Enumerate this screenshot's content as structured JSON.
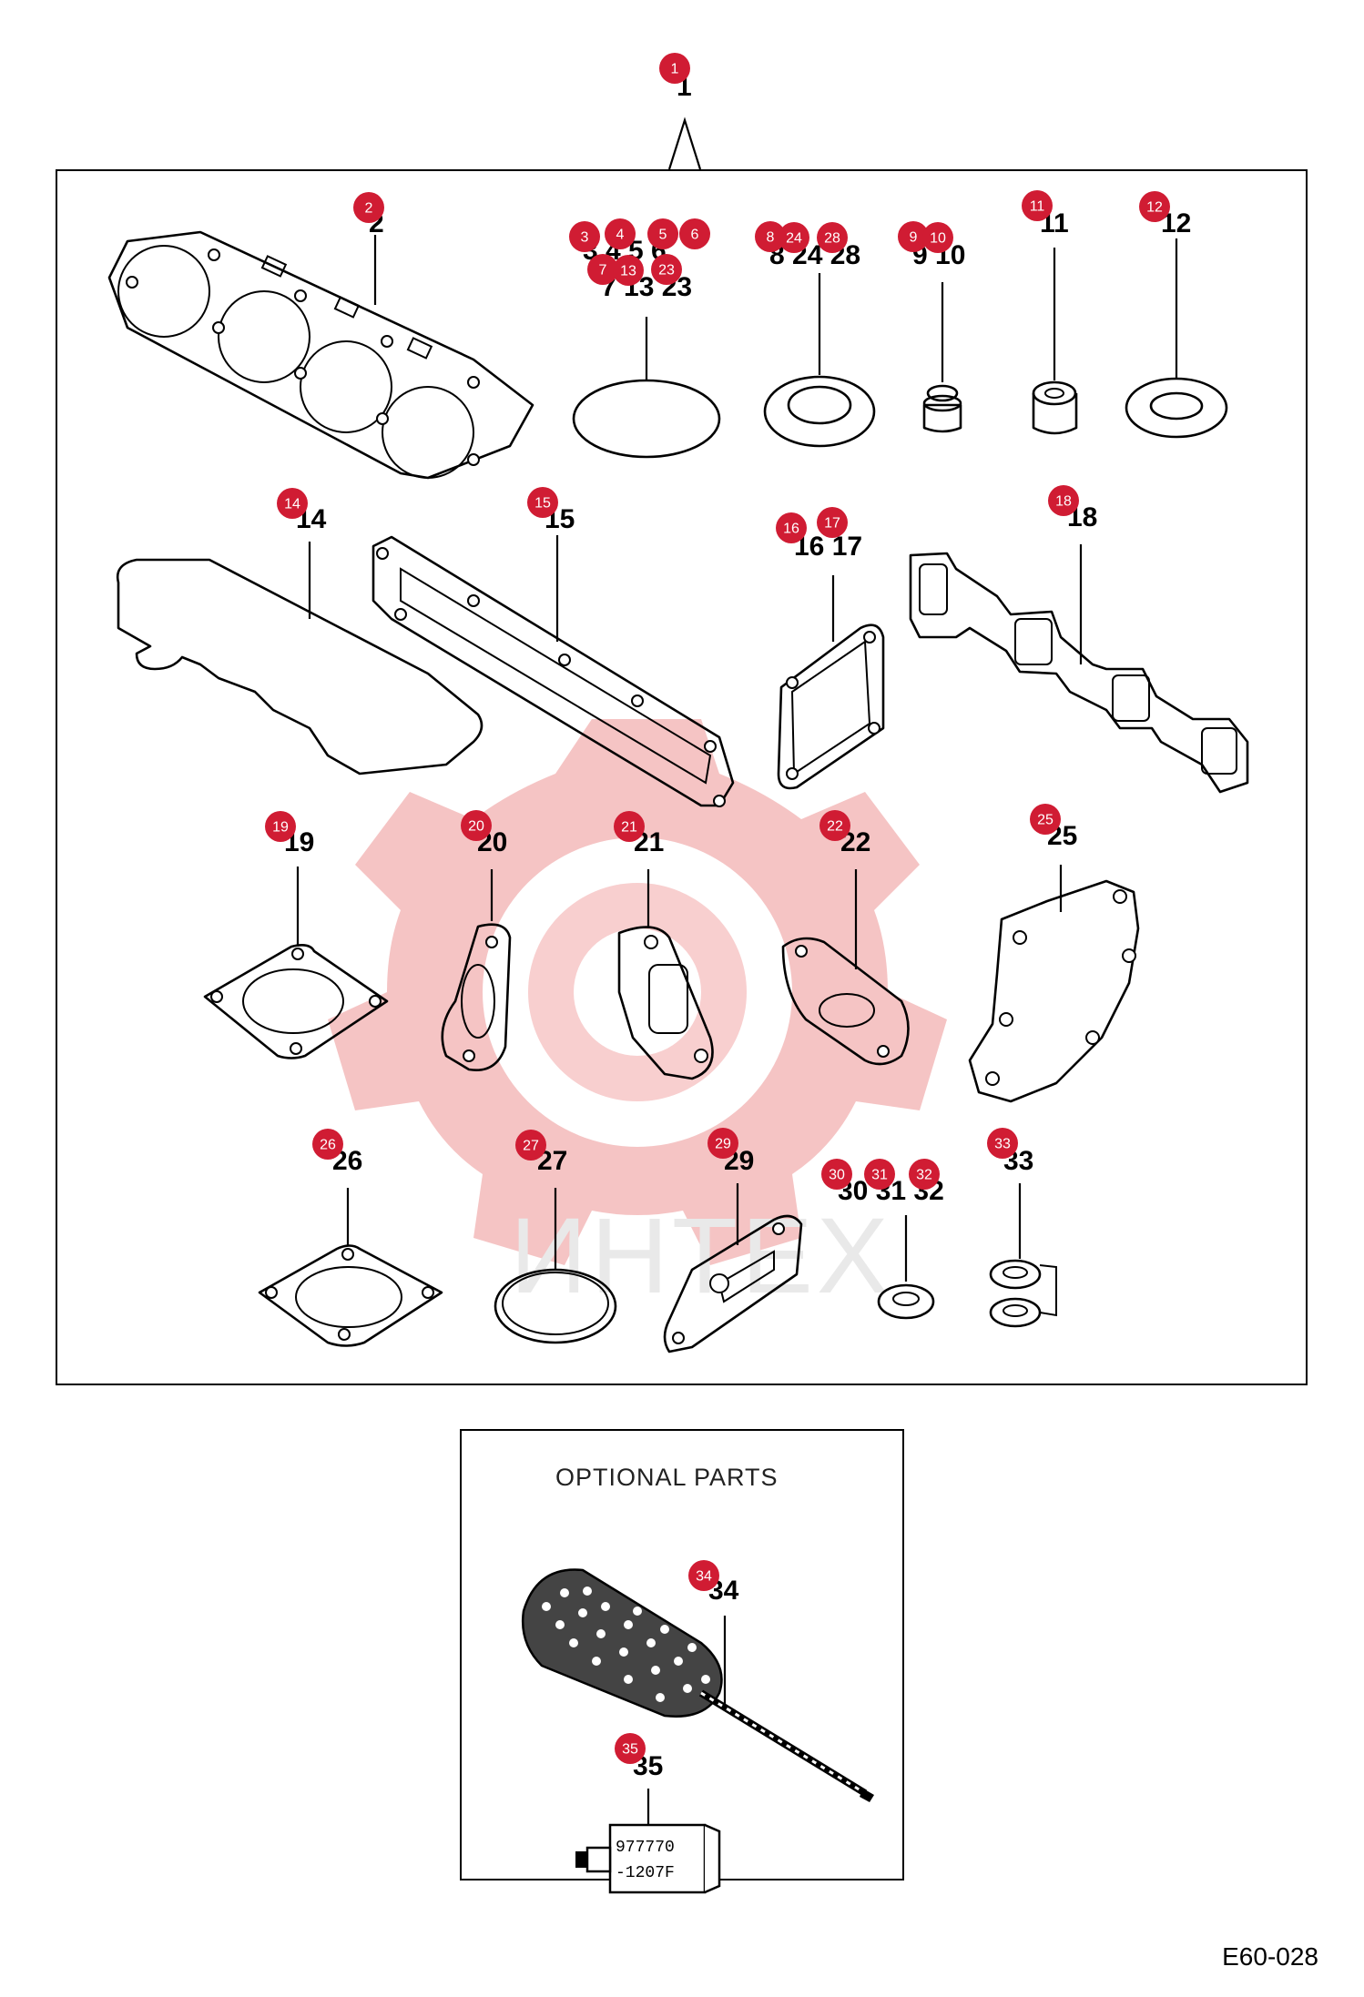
{
  "diagram_code": "E60-028",
  "optional_parts": {
    "title": "OPTIONAL PARTS"
  },
  "watermark": {
    "text": "ИНТЕХ"
  },
  "tube_label": {
    "line1": "977770",
    "line2": "-1207F"
  },
  "colors": {
    "marker": "#d01c33",
    "watermark": "#f3c3c3",
    "line": "#000000"
  },
  "part_labels": {
    "p1": "1",
    "p2": "2",
    "p3to6": "3 4 5 6",
    "p7_13_23": "7 13 23",
    "p8_24_28": "8 24 28",
    "p9_10": "9 10",
    "p11": "11",
    "p12": "12",
    "p14": "14",
    "p15": "15",
    "p16_17": "16 17",
    "p18": "18",
    "p19": "19",
    "p20": "20",
    "p21": "21",
    "p22": "22",
    "p25": "25",
    "p26": "26",
    "p27": "27",
    "p29": "29",
    "p30_31_32": "30 31 32",
    "p33": "33",
    "p34": "34",
    "p35": "35"
  },
  "markers": [
    "1",
    "2",
    "3",
    "4",
    "5",
    "6",
    "7",
    "13",
    "23",
    "8",
    "24",
    "28",
    "9",
    "10",
    "11",
    "12",
    "14",
    "15",
    "16",
    "17",
    "18",
    "19",
    "20",
    "21",
    "22",
    "25",
    "26",
    "27",
    "29",
    "30",
    "31",
    "32",
    "33",
    "34",
    "35"
  ]
}
